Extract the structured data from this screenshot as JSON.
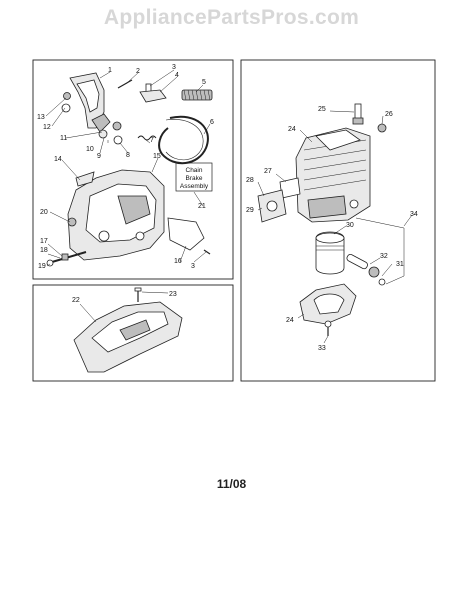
{
  "watermark": "AppliancePartsPros.com",
  "footer": {
    "date": "11/08"
  },
  "chain_brake_box": {
    "line1": "Chain",
    "line2": "Brake",
    "line3": "Assembly"
  },
  "callouts": {
    "c1": "1",
    "c2": "2",
    "c3a": "3",
    "c3b": "3",
    "c4": "4",
    "c5": "5",
    "c6": "6",
    "c7": "7",
    "c8": "8",
    "c9": "9",
    "c10": "10",
    "c11": "11",
    "c12": "12",
    "c13": "13",
    "c14": "14",
    "c15": "15",
    "c16": "16",
    "c17": "17",
    "c18": "18",
    "c19": "19",
    "c20": "20",
    "c21": "21",
    "c22": "22",
    "c23": "23",
    "c24a": "24",
    "c24b": "24",
    "c25": "25",
    "c26": "26",
    "c27": "27",
    "c28": "28",
    "c29": "29",
    "c30": "30",
    "c31": "31",
    "c32": "32",
    "c33": "33",
    "c34": "34"
  }
}
